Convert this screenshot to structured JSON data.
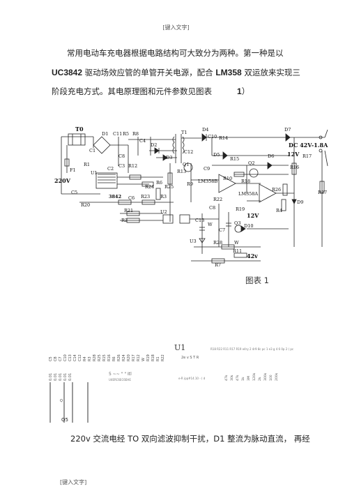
{
  "header": {
    "text": "[键入文字]"
  },
  "intro": {
    "line1": "常用电动车充电器根据电路结构可大致分为两种。第一种是以",
    "line2_bold1": "UC3842",
    "line2_rest": " 驱动场效应管的单管开关电源，配合 ",
    "line2_bold2": "LM358",
    "line2_end": " 双运放来实现三",
    "line3_text": "阶段充电方式。其电原理图和元件参数见图表",
    "line3_num": "1",
    "line3_end": "）"
  },
  "schematic": {
    "labels": {
      "t0": "T0",
      "f1": "F1",
      "v220": "220V",
      "c5": "C5",
      "r1": "R1",
      "c1": "C1",
      "d1": "D1",
      "c11": "C11",
      "r5": "R5",
      "r8": "R8",
      "c4": "C4",
      "d2": "D2",
      "c2": "C2",
      "c3": "C3",
      "r12": "R12",
      "u1": "U1",
      "ic3842": "3842",
      "r20": "R20",
      "r24": "R24",
      "r6": "R6",
      "r25": "R25",
      "c6": "C6",
      "r23": "R23",
      "r3": "R3",
      "r21": "R21",
      "r2": "R2",
      "u2": "U2",
      "d3": "D3",
      "q1": "Q1",
      "t1": "T1",
      "c12": "C12",
      "d4": "D4",
      "c10": "C10",
      "r14": "R14",
      "d5": "D5",
      "c9": "C9",
      "r13": "R13",
      "r9": "R9",
      "lm358b": "LM358B",
      "r15": "R15",
      "q2": "Q2",
      "d6": "D6",
      "r10": "R10",
      "r18": "R18",
      "lm358a": "LM358A",
      "r22": "R22",
      "c8": "C8",
      "r19": "R19",
      "v12b": "12V",
      "c13": "C13",
      "c7": "C7",
      "q3": "Q3",
      "d10": "D10",
      "u3": "U3",
      "r28": "R28",
      "r11": "R11",
      "v42": "42v",
      "r7": "R7",
      "d7": "D7",
      "dcout": "DC 42V-1.8A",
      "v12a": "12V",
      "r16": "R16",
      "r17": "R17",
      "r26": "R26",
      "r27": "R27",
      "d9": "D9",
      "r4": "R4",
      "w": "W",
      "vw": "W"
    }
  },
  "caption": {
    "text": "图表  1"
  },
  "parts": {
    "col_a": [
      "C5",
      "C8",
      "C7",
      "C10",
      "C13",
      "C14",
      "C12",
      "R4",
      "R3",
      "R28",
      "R25",
      "R15",
      "R16",
      "R6",
      "R26",
      "R24",
      "R20",
      "R17",
      "R12",
      "W",
      "R19",
      "R18",
      "R1",
      "R22"
    ],
    "col_b": [
      "0.01",
      "0.01",
      "0.01",
      "0.01",
      "0.01"
    ],
    "u1": "U1",
    "u1_sub": "2e v  S T   R",
    "misc1": "5 ~~ \" \" Itl",
    "misc2": "U4ERC6EC6EHE",
    "misc3": "e-R ipp#14.10 -  ( d",
    "smallrow": "R18  R22  R11  R17  R19  e4ry  2  4r9  8c  pc  1  e3  g  4  6  0p  2  (  pc",
    "nums": [
      "47k",
      "30k",
      "47k",
      "1k",
      "3M",
      "120k",
      "2k",
      "300k",
      "100",
      "200k"
    ],
    "q5": "Q5",
    "q6": "Q"
  },
  "body": {
    "line4": "220v 交流电经 TO 双向滤波抑制干扰，D1 整流为脉动直流，   再经"
  },
  "footer": {
    "text": "[键入文字]"
  }
}
